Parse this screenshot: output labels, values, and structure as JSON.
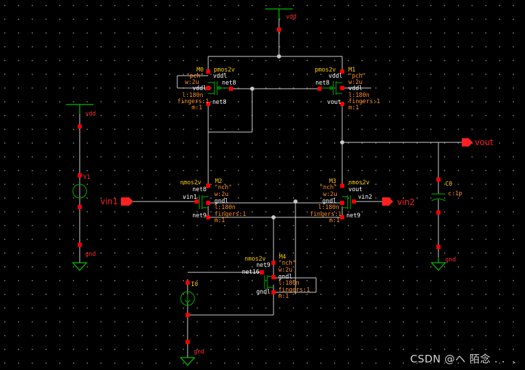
{
  "colors": {
    "wire": "#d4d4d4",
    "pin": "#ff0000",
    "supply": "#00c000",
    "device": "#009a00",
    "inst": "#ffd000",
    "params": "#ff9020",
    "node": "#c8c8c8",
    "label": "#ff2020"
  },
  "sources": {
    "v1": {
      "name": "V1",
      "top_net": "vdd",
      "bot_net": "gnd"
    },
    "i0": {
      "name": "I0"
    }
  },
  "supplies": {
    "top": "vdd",
    "bottom_right": "gnd",
    "bottom_left": "gnd"
  },
  "pins": {
    "vin1": "vin1",
    "vin2": "vin2",
    "vout": "vout"
  },
  "cap": {
    "name": "C0",
    "value": "c:1p"
  },
  "mosfets": {
    "m0": {
      "name": "M0",
      "model": "pmos2v",
      "type": "\"pch\"",
      "w": "w:2u",
      "l": "l:180n",
      "fingers": "fingers:1",
      "m": "m:1",
      "gate": "net8",
      "source": "vddl",
      "bulk": "vddl",
      "drain": "net8"
    },
    "m1": {
      "name": "M1",
      "model": "pmos2v",
      "type": "\"pch\"",
      "w": "w:2u",
      "l": "l:180n",
      "fingers": "fingers:1",
      "m": "m:1",
      "gate": "net8",
      "source": "vddl",
      "bulk": "vddl",
      "drain": "vout"
    },
    "m2": {
      "name": "M2",
      "model": "nmos2v",
      "type": "\"nch\"",
      "w": "w:2u",
      "l": "l:180n",
      "fingers": "fingers:1",
      "m": "m:1",
      "drain": "net8",
      "gate": "vin1",
      "bulk": "gndl",
      "source": "net9"
    },
    "m3": {
      "name": "M3",
      "model": "nmos2v",
      "type": "\"nch\"",
      "w": "w:2u",
      "l": "l:180n",
      "fingers": "fingers:1",
      "m": "m:1",
      "drain": "vout",
      "gate": "vin2",
      "bulk": "gndl",
      "source": "net9"
    },
    "m4": {
      "name": "M4",
      "model": "nmos2v",
      "type": "\"nch\"",
      "w": "w:2u",
      "l": "l:180n",
      "fingers": "fingers:1",
      "m": "m:1",
      "drain": "net9",
      "gate": "net16",
      "source": "gndl"
    }
  },
  "watermark": "CSDN @ヘ 陌念 . . ﹑"
}
